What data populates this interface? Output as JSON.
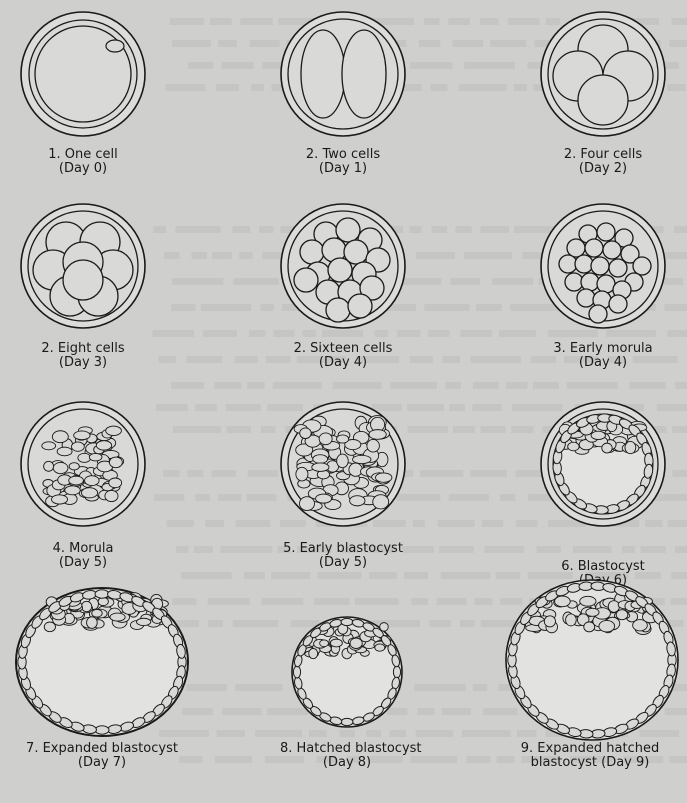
{
  "stages": [
    {
      "label": "1. One cell",
      "day": "(Day 0)",
      "icon": "one-cell-zygote-icon"
    },
    {
      "label": "2. Two cells",
      "day": "(Day 1)",
      "icon": "two-cell-embryo-icon"
    },
    {
      "label": "2. Four cells",
      "day": "(Day 2)",
      "icon": "four-cell-embryo-icon"
    },
    {
      "label": "2. Eight cells",
      "day": "(Day 3)",
      "icon": "eight-cell-embryo-icon"
    },
    {
      "label": "2. Sixteen cells",
      "day": "(Day 4)",
      "icon": "sixteen-cell-embryo-icon"
    },
    {
      "label": "3. Early morula",
      "day": "(Day 4)",
      "icon": "early-morula-icon"
    },
    {
      "label": "4. Morula",
      "day": "(Day 5)",
      "icon": "morula-icon"
    },
    {
      "label": "5. Early blastocyst",
      "day": "(Day 5)",
      "icon": "early-blastocyst-icon"
    },
    {
      "label": "6. Blastocyst",
      "day": "(Day 6)",
      "icon": "blastocyst-icon"
    },
    {
      "label": "7. Expanded blastocyst",
      "day": "(Day 7)",
      "icon": "expanded-blastocyst-icon"
    },
    {
      "label": "8. Hatched blastocyst",
      "day": "(Day 8)",
      "icon": "hatched-blastocyst-icon"
    },
    {
      "label": "9. Expanded hatched",
      "day": "blastocyst (Day 9)",
      "icon": "expanded-hatched-blastocyst-icon"
    }
  ],
  "colors": {
    "background": "#cfcfcd",
    "ink": "#1a1a1a",
    "cell_fill": "#d9d9d7",
    "zona_fill": "#dcdcda",
    "cavity_fill": "#e2e2e0"
  }
}
